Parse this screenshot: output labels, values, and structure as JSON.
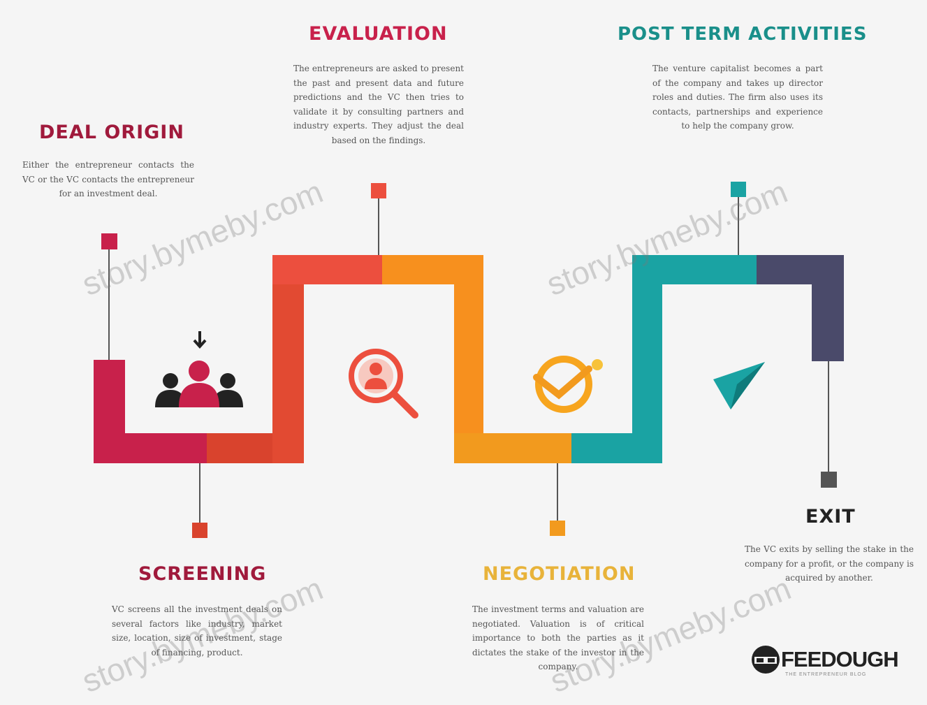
{
  "colors": {
    "deal_origin": "#c8214b",
    "screening": "#d9432d",
    "evaluation": "#ec4f3e",
    "evaluation_right": "#f7901e",
    "negotiation": "#f29a1e",
    "post_term": "#1aa3a3",
    "exit": "#4a4a6a"
  },
  "stages": [
    {
      "key": "deal_origin",
      "title": "DEAL ORIGIN",
      "title_color": "#a01a3c",
      "description": "Either the entrepreneur contacts the VC or the VC contacts the entrepreneur for an investment deal."
    },
    {
      "key": "screening",
      "title": "SCREENING",
      "title_color": "#a01a3c",
      "description": "VC screens all the investment deals on several factors like industry, market size, location, size of investment, stage of financing, product."
    },
    {
      "key": "evaluation",
      "title": "EVALUATION",
      "title_color": "#c8214b",
      "description": "The entrepreneurs are asked to present the past and present data and future predictions and the VC then tries to validate it by consulting partners and industry experts. They adjust the deal based on the findings."
    },
    {
      "key": "negotiation",
      "title": "NEGOTIATION",
      "title_color": "#e8b33a",
      "description": "The investment terms and valuation are negotiated. Valuation is of critical importance to both the parties as it dictates the stake of the investor in the company."
    },
    {
      "key": "post_term",
      "title": "POST TERM ACTIVITIES",
      "title_color": "#1a8f8a",
      "description": "The venture capitalist becomes a part of the company and takes up director roles and duties. The firm also uses its contacts, partnerships and experience to help the company grow."
    },
    {
      "key": "exit",
      "title": "EXIT",
      "title_color": "#222222",
      "description": "The VC exits by selling the stake in the company for a profit, or the company is acquired by another."
    }
  ],
  "icons": [
    "investors-icon",
    "magnifier-person-icon",
    "handshake-icon",
    "paper-plane-icon"
  ],
  "watermark": "story.bymeby.com",
  "logo": {
    "name": "FEEDOUGH",
    "tagline": "THE ENTREPRENEUR BLOG"
  }
}
